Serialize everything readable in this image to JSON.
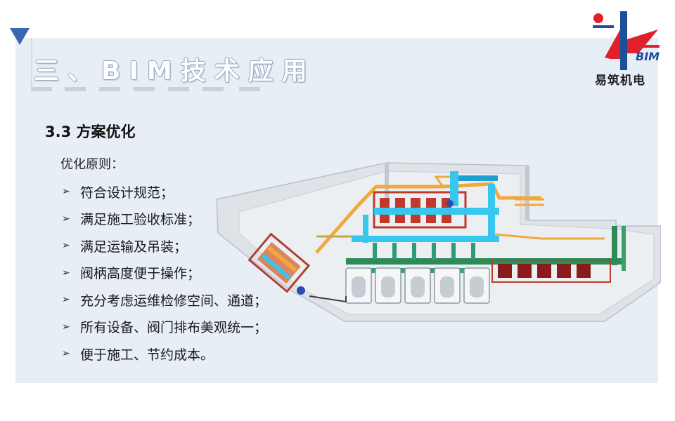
{
  "header": {
    "title": "三、BIM技术应用"
  },
  "logo": {
    "brand_text": "易筑机电",
    "mark_text": "BIM",
    "colors": {
      "red": "#e0202a",
      "blue": "#1d4f9c"
    }
  },
  "section": {
    "heading": "3.3 方案优化",
    "principles_label": "优化原则：",
    "items": [
      {
        "label": "符合设计规范；"
      },
      {
        "label": "满足施工验收标准；"
      },
      {
        "label": "满足运输及吊装；"
      },
      {
        "label": "阀柄高度便于操作；"
      },
      {
        "label": "充分考虑运维检修空间、通道；"
      },
      {
        "label": "所有设备、阀门排布美观统一；"
      },
      {
        "label": "便于施工、节约成本。"
      }
    ],
    "bullet_glyph": "➢"
  },
  "theme": {
    "panel_bg": "#e8eef6",
    "accent_blue": "#3a67b0",
    "pipe_orange": "#f2a93b",
    "pipe_cyan": "#36c6ee",
    "pipe_green": "#2e8b57",
    "equipment_red": "#c0392b"
  }
}
